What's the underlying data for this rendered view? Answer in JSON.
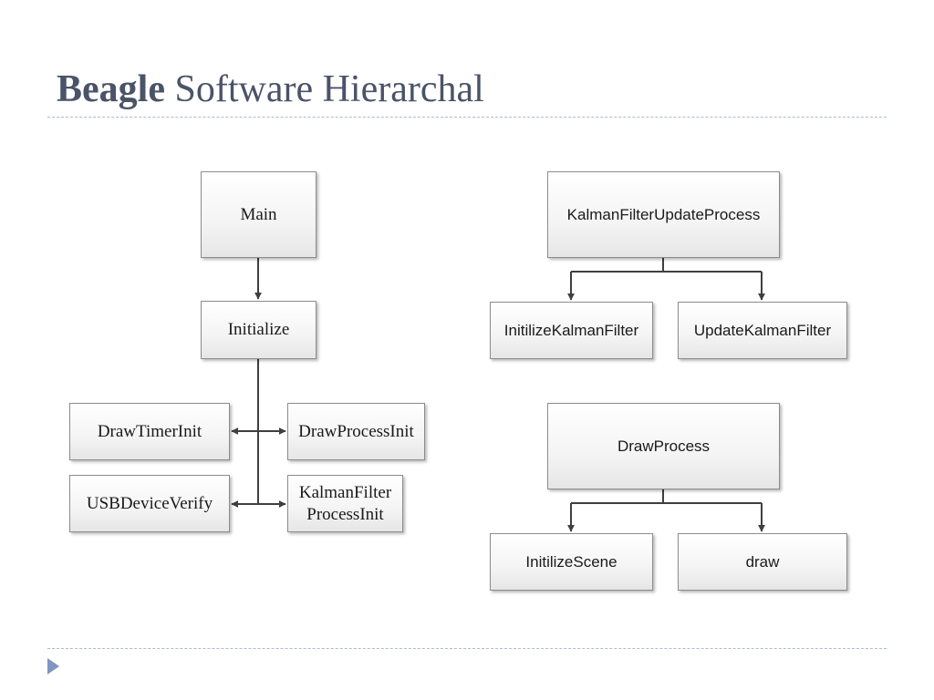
{
  "slide": {
    "title_bold": "Beagle",
    "title_rest": "Software Hierarchal"
  },
  "colors": {
    "title": "#4a5368",
    "rule": "#a9bcd0",
    "bullet": "#8096bf",
    "connector": "#3f3f3f",
    "box_border": "#8c8c8c"
  },
  "nodes": {
    "main": "Main",
    "initialize": "Initialize",
    "draw_timer_init": "DrawTimerInit",
    "draw_process_init": "DrawProcessInit",
    "usb_device_verify": "USBDeviceVerify",
    "kalman_filter_process_init_line1": "KalmanFilter",
    "kalman_filter_process_init_line2": "ProcessInit",
    "kalman_filter_update_process": "KalmanFilterUpdateProcess",
    "initialize_kalman_filter": "InitilizeKalmanFilter",
    "update_kalman_filter": "UpdateKalmanFilter",
    "draw_process": "DrawProcess",
    "initialize_scene": "InitilizeScene",
    "draw": "draw"
  },
  "edges": [
    {
      "from": "Main",
      "to": "Initialize"
    },
    {
      "from": "Initialize",
      "to": "DrawTimerInit"
    },
    {
      "from": "Initialize",
      "to": "DrawProcessInit"
    },
    {
      "from": "Initialize",
      "to": "USBDeviceVerify"
    },
    {
      "from": "Initialize",
      "to": "KalmanFilter ProcessInit"
    },
    {
      "from": "KalmanFilterUpdateProcess",
      "to": "InitilizeKalmanFilter"
    },
    {
      "from": "KalmanFilterUpdateProcess",
      "to": "UpdateKalmanFilter"
    },
    {
      "from": "DrawProcess",
      "to": "InitilizeScene"
    },
    {
      "from": "DrawProcess",
      "to": "draw"
    }
  ]
}
